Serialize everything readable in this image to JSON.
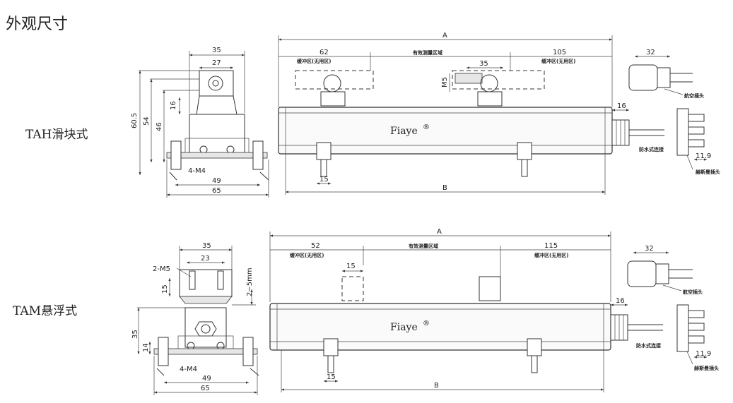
{
  "title": "外观尺寸",
  "brand": "Fiaye",
  "brand_mark": "®",
  "variants": [
    {
      "name": "TAH滑块式",
      "side": {
        "w_top": "35",
        "w_inner": "27",
        "h_total": "60.5",
        "h_54": "54",
        "h_46": "46",
        "h_16": "16",
        "holes": "4-M4",
        "w_49": "49",
        "w_65": "65"
      },
      "main": {
        "len_a": "A",
        "len_b": "B",
        "buffer_left": "62",
        "buffer_right": "105",
        "buffer_label": "缓冲区(无用区)",
        "effective_label": "有效测量区域",
        "slider_w": "35",
        "m5": "M5",
        "mount_w": "15",
        "cable_w": "16",
        "waterproof": "防水式连接"
      },
      "connectors": {
        "w_32": "32",
        "aviation": "航空插头",
        "dim_119": "11.9",
        "terminal": "赫斯曼插头"
      }
    },
    {
      "name": "TAM悬浮式",
      "side": {
        "w_top": "35",
        "w_inner": "23",
        "holes_top": "2-M5",
        "h_15": "15",
        "gap": "2~5mm",
        "h_35": "35",
        "h_14": "14",
        "holes": "4-M4",
        "w_49": "49",
        "w_65": "65"
      },
      "main": {
        "len_a": "A",
        "len_b": "B",
        "buffer_left": "52",
        "buffer_right": "115",
        "buffer_label": "缓冲区(无用区)",
        "effective_label": "有效测量区域",
        "magnet_w": "15",
        "mount_w": "15",
        "cable_w": "16",
        "waterproof": "防水式连接"
      },
      "connectors": {
        "w_32": "32",
        "aviation": "航空插头",
        "dim_119": "11.9",
        "terminal": "赫斯曼插头"
      }
    }
  ]
}
